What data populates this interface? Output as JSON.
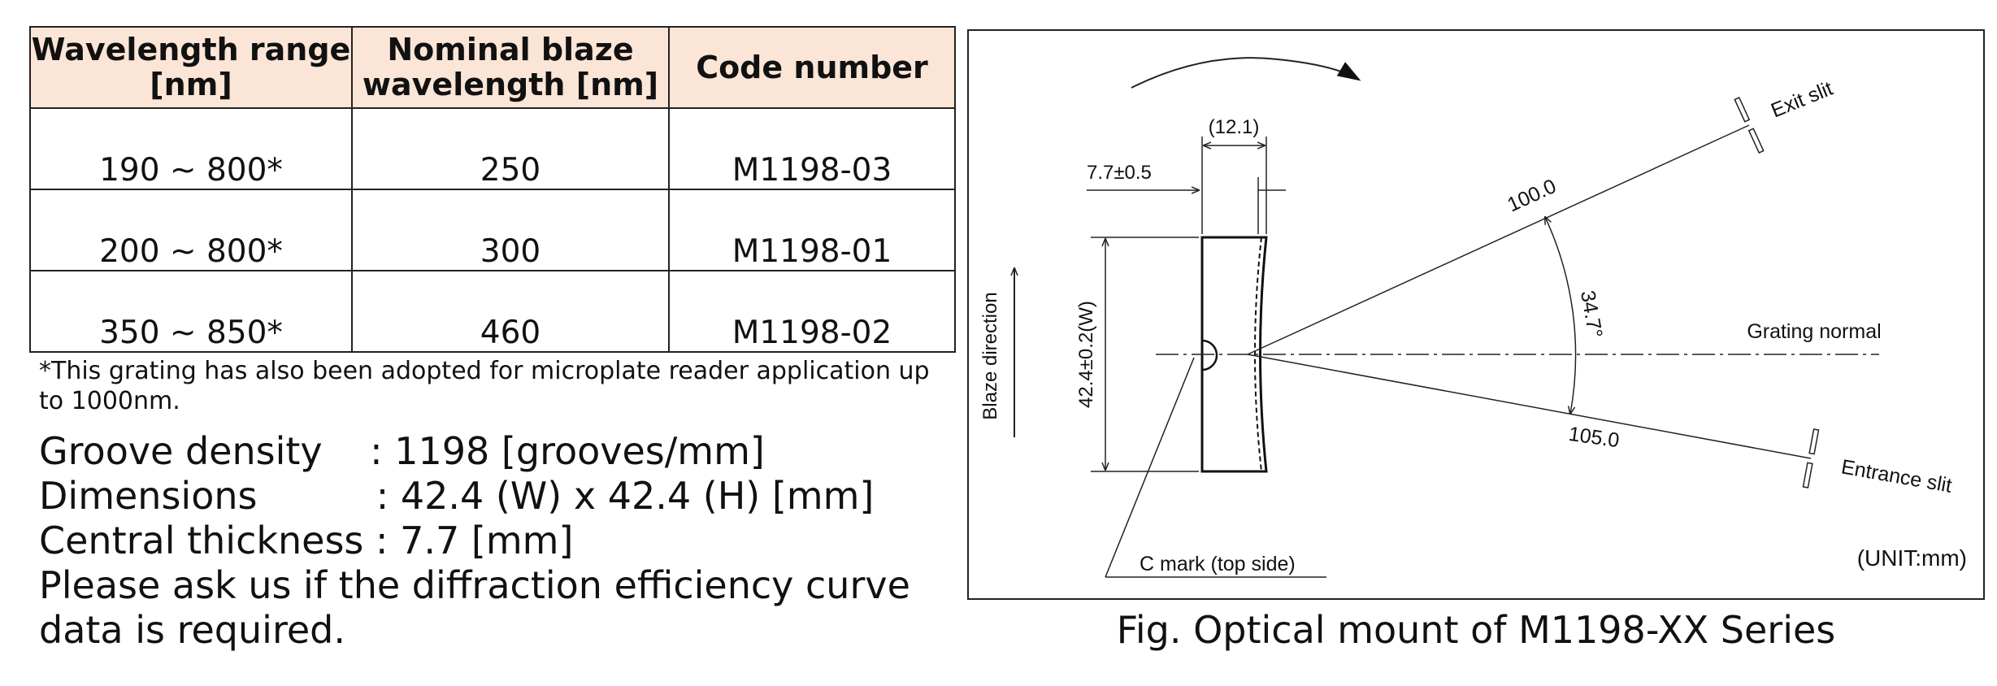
{
  "table": {
    "headers": [
      "Wavelength range [nm]",
      "Nominal blaze wavelength [nm]",
      "Code number"
    ],
    "rows": [
      [
        "190 ~ 800*",
        "250",
        "M1198-03"
      ],
      [
        "200 ~ 800*",
        "300",
        "M1198-01"
      ],
      [
        "350 ~ 850*",
        "460",
        "M1198-02"
      ]
    ]
  },
  "footnote": "*This grating has also been adopted for microplate reader application up to 1000nm.",
  "specs": {
    "groove_density": "Groove density    : 1198 [grooves/mm]",
    "dimensions": "Dimensions          : 42.4 (W) x 42.4 (H) [mm]",
    "central_thickness": "Central thickness : 7.7 [mm]",
    "request_note": "Please ask us if the diffraction efficiency curve data is required."
  },
  "diagram": {
    "dim_width": "(12.1)",
    "dim_thickness": "7.7±0.5",
    "dim_height": "42.4±0.2(W)",
    "blaze_direction": "Blaze direction",
    "exit_slit": "Exit slit",
    "entrance_slit": "Entrance slit",
    "grating_normal": "Grating normal",
    "exit_distance": "100.0",
    "entrance_distance": "105.0",
    "angle": "34.7°",
    "c_mark": "C mark (top side)",
    "unit": "(UNIT:mm)"
  },
  "caption": "Fig. Optical mount of M1198-XX Series"
}
